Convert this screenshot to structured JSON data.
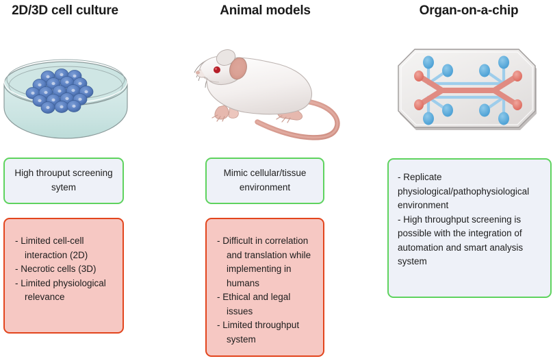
{
  "columns": [
    {
      "title": "2D/3D cell culture",
      "illustration": "petri-dish-with-cell-colony",
      "pro": {
        "lines": [
          "High throuput screening",
          "sytem"
        ]
      },
      "con": {
        "lines": [
          {
            "text": "- Limited cell-cell",
            "indent": false
          },
          {
            "text": "interaction (2D)",
            "indent": true
          },
          {
            "text": "- Necrotic cells (3D)",
            "indent": false
          },
          {
            "text": "- Limited physiological",
            "indent": false
          },
          {
            "text": "relevance",
            "indent": true
          }
        ]
      }
    },
    {
      "title": "Animal models",
      "illustration": "laboratory-mouse",
      "pro": {
        "lines": [
          "Mimic cellular/tissue",
          "environment"
        ]
      },
      "con": {
        "lines": [
          {
            "text": "- Difficult in correlation",
            "indent": false
          },
          {
            "text": "and translation while",
            "indent": true
          },
          {
            "text": "implementing in",
            "indent": true
          },
          {
            "text": "humans",
            "indent": true
          },
          {
            "text": "- Ethical and legal",
            "indent": false
          },
          {
            "text": "issues",
            "indent": true
          },
          {
            "text": "- Limited throughput",
            "indent": false
          },
          {
            "text": "system",
            "indent": true
          }
        ]
      }
    },
    {
      "title": "Organ-on-a-chip",
      "illustration": "microfluidic-organ-chip",
      "pro": {
        "lines": [
          "- Replicate",
          "physiological/pathophysiological",
          "environment",
          "- High throughput screening is",
          "possible with the integration of",
          "automation  and smart analysis",
          "system"
        ]
      },
      "con": null
    }
  ],
  "colors": {
    "pro_border": "#5ed35e",
    "pro_fill": "#eef1f8",
    "con_border": "#e2451d",
    "con_fill": "#f6c8c3",
    "chip_channel_red": "#e08b82",
    "chip_channel_blue": "#6fb5e0",
    "dish_medium": "#cde5e3",
    "cell_blue": "#5a7fc0",
    "mouse_body": "#f4f1f0",
    "mouse_tail": "#d79b90",
    "text": "#1d1d1d"
  }
}
